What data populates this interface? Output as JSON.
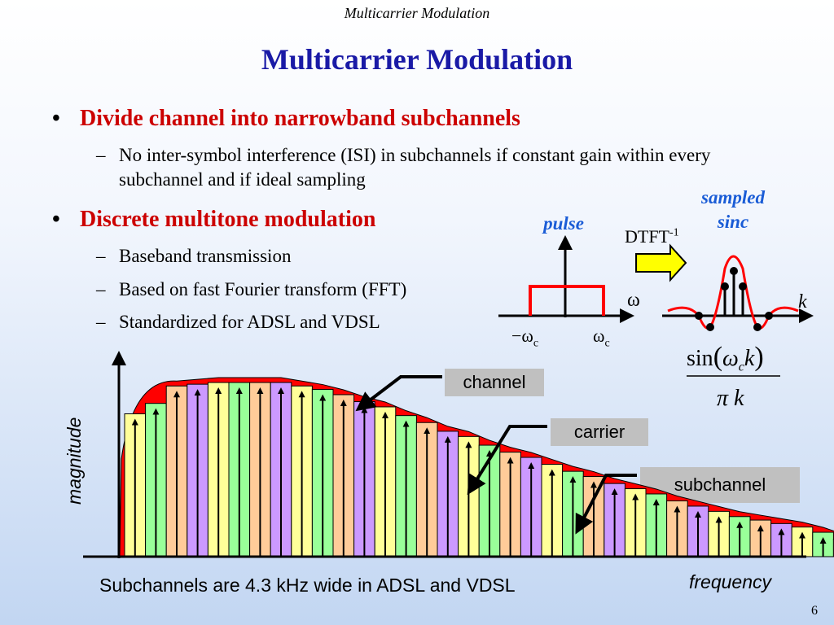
{
  "header": {
    "text": "Multicarrier Modulation"
  },
  "title": "Multicarrier Modulation",
  "bullets": [
    {
      "text": "Divide channel into narrowband subchannels",
      "subs": [
        "No inter-symbol interference (ISI) in subchannels if constant gain within every subchannel and if ideal sampling"
      ]
    },
    {
      "text": "Discrete multitone modulation",
      "subs": [
        "Baseband transmission",
        "Based on fast Fourier transform (FFT)",
        "Standardized for ADSL and VDSL"
      ]
    }
  ],
  "pulse_diagram": {
    "label": "pulse",
    "omega": "ω",
    "neg_omega_c": "−ω",
    "omega_c": "ω",
    "sub_c": "c"
  },
  "transform": {
    "label": "DTFT",
    "superscript": "-1"
  },
  "sinc_diagram": {
    "label_line1": "sampled",
    "label_line2": "sinc",
    "k_label": "k",
    "formula_sin": "sin",
    "formula_omega": "ω",
    "formula_c": "c",
    "formula_k": "k",
    "formula_pi": "π",
    "formula_den_k": "k"
  },
  "spectrum": {
    "ylabel": "magnitude",
    "xlabel": "frequency",
    "callouts": {
      "channel": "channel",
      "carrier": "carrier",
      "subchannel": "subchannel"
    },
    "note": "Subchannels are 4.3 kHz wide in ADSL and VDSL",
    "palette": [
      "#ffff99",
      "#99ff99",
      "#ffcc99",
      "#cc99ff"
    ],
    "channel_color": "#ff0000",
    "subchannel_magnitudes": [
      0.82,
      0.88,
      0.98,
      0.99,
      1.0,
      1.0,
      1.0,
      1.0,
      0.98,
      0.96,
      0.93,
      0.89,
      0.86,
      0.81,
      0.77,
      0.72,
      0.69,
      0.64,
      0.6,
      0.57,
      0.53,
      0.49,
      0.46,
      0.42,
      0.39,
      0.36,
      0.32,
      0.29,
      0.26,
      0.23,
      0.21,
      0.19,
      0.17,
      0.14,
      0.1
    ]
  },
  "colors": {
    "title": "#1a1aa6",
    "bullet": "#cc0000",
    "label_blue": "#1a5cd6",
    "arrow_fill": "#ffff00"
  },
  "page_number": "6"
}
